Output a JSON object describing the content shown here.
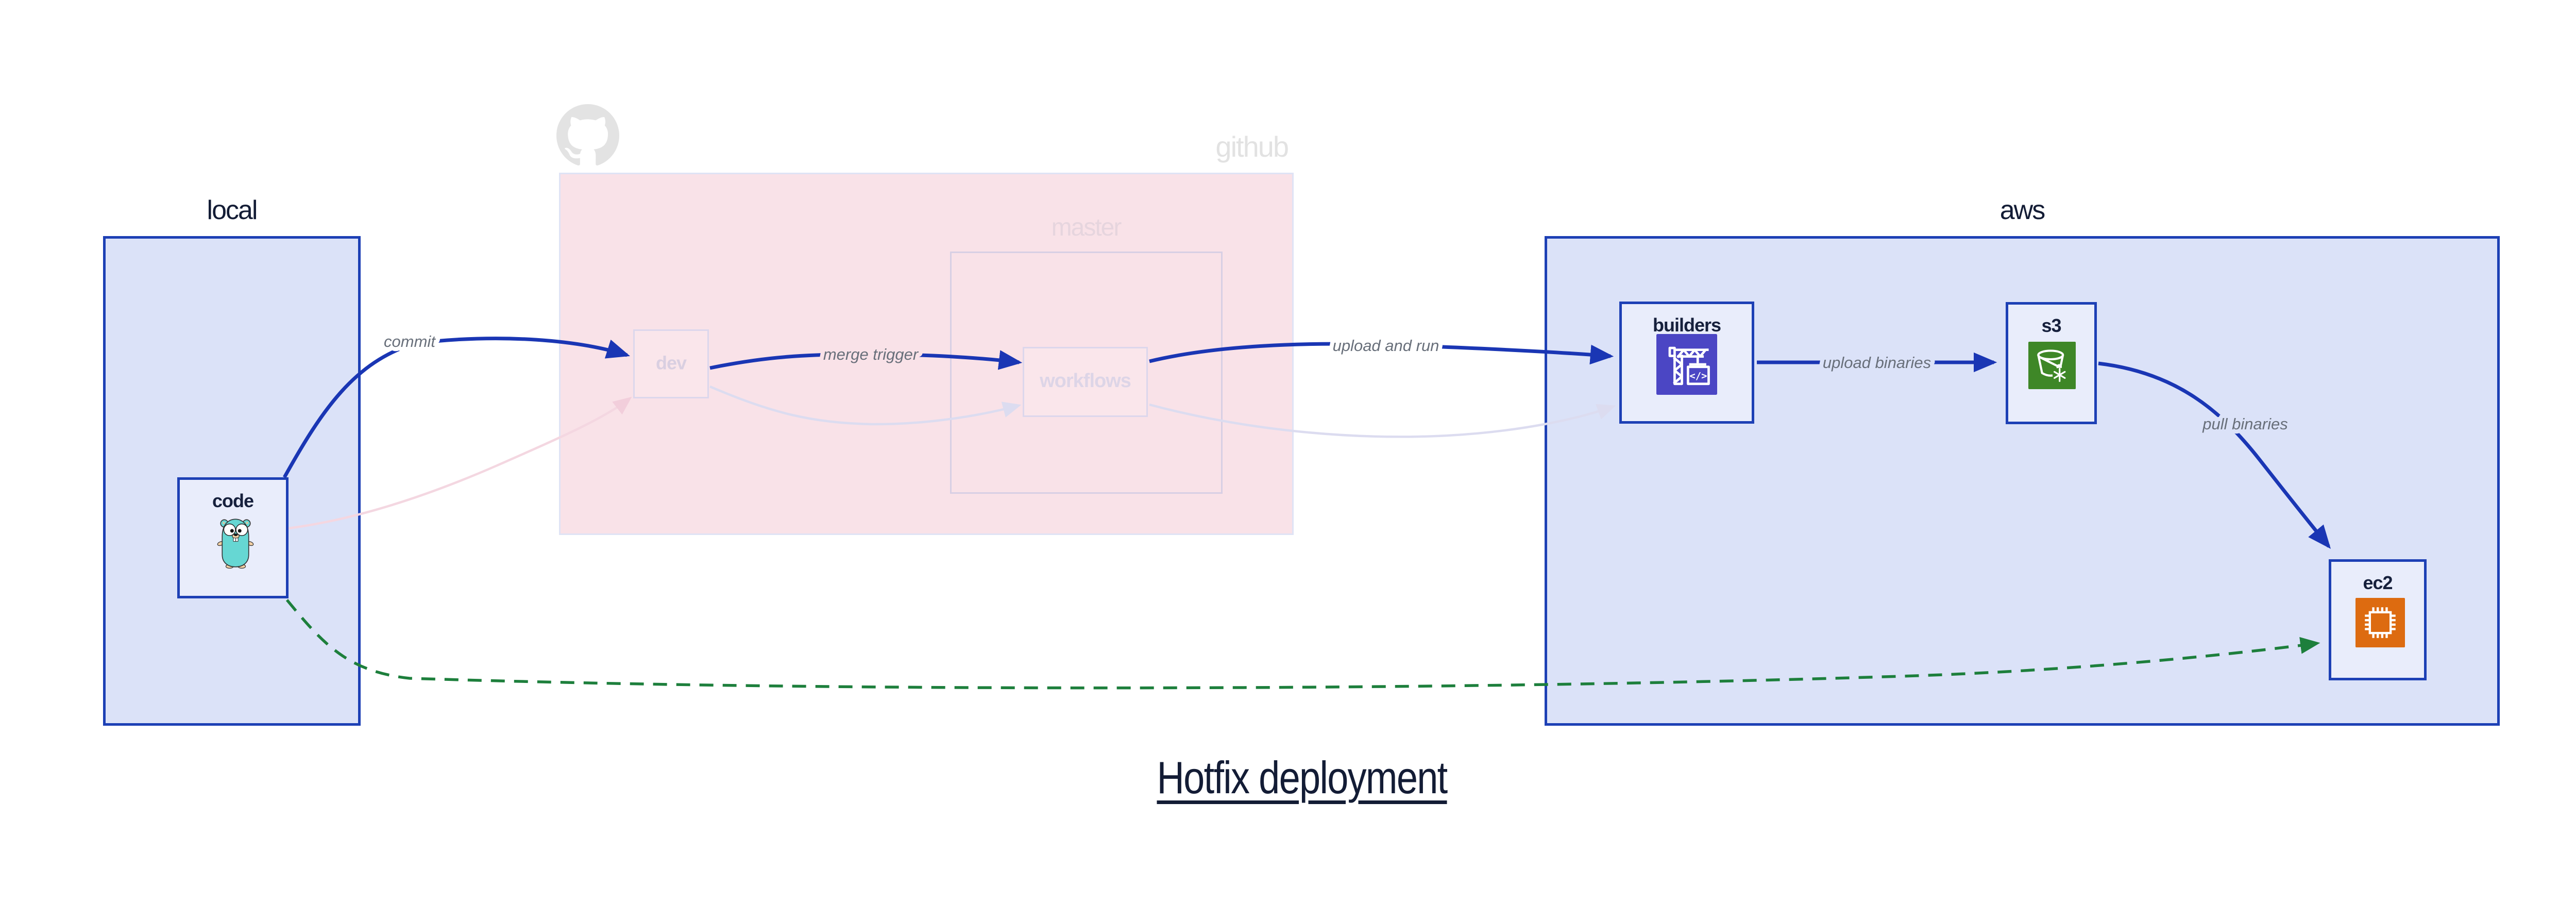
{
  "title": "Hotfix deployment",
  "groups": {
    "local": {
      "label": "local"
    },
    "github": {
      "label": "github"
    },
    "master": {
      "label": "master"
    },
    "aws": {
      "label": "aws"
    }
  },
  "nodes": {
    "code": {
      "label": "code"
    },
    "dev": {
      "label": "dev"
    },
    "workflows": {
      "label": "workflows"
    },
    "builders": {
      "label": "builders"
    },
    "s3": {
      "label": "s3"
    },
    "ec2": {
      "label": "ec2"
    }
  },
  "edges": {
    "commit": {
      "label": "commit"
    },
    "merge_trigger": {
      "label": "merge trigger"
    },
    "upload_and_run": {
      "label": "upload and run"
    },
    "upload_binaries": {
      "label": "upload binaries"
    },
    "pull_binaries": {
      "label": "pull binaries"
    }
  },
  "icons": {
    "github_logo": "github-octocat",
    "code": "go-gopher",
    "builders": "codebuild-crane",
    "builders_glyph": "</>",
    "s3": "s3-bucket-snowflake",
    "ec2": "ec2-chip"
  },
  "colors": {
    "edge_blue": "#1a36b4",
    "box_border_blue": "#1d40b5",
    "container_fill": "#dbe2f8",
    "node_fill": "#e9edfb",
    "github_fill": "#f9e2e8",
    "hotfix_green": "#1d7f3c",
    "faded_pink_edge": "#f4d7e1",
    "faded_lavender_edge": "#dcdcf0",
    "codebuild_purple": "#4b46c4",
    "s3_green": "#3e8727",
    "ec2_orange": "#dd6b10",
    "gopher_teal": "#66d7d3",
    "edge_label_gray": "#686f7a",
    "title_navy": "#131c35",
    "github_gray": "#e3e3e3"
  }
}
